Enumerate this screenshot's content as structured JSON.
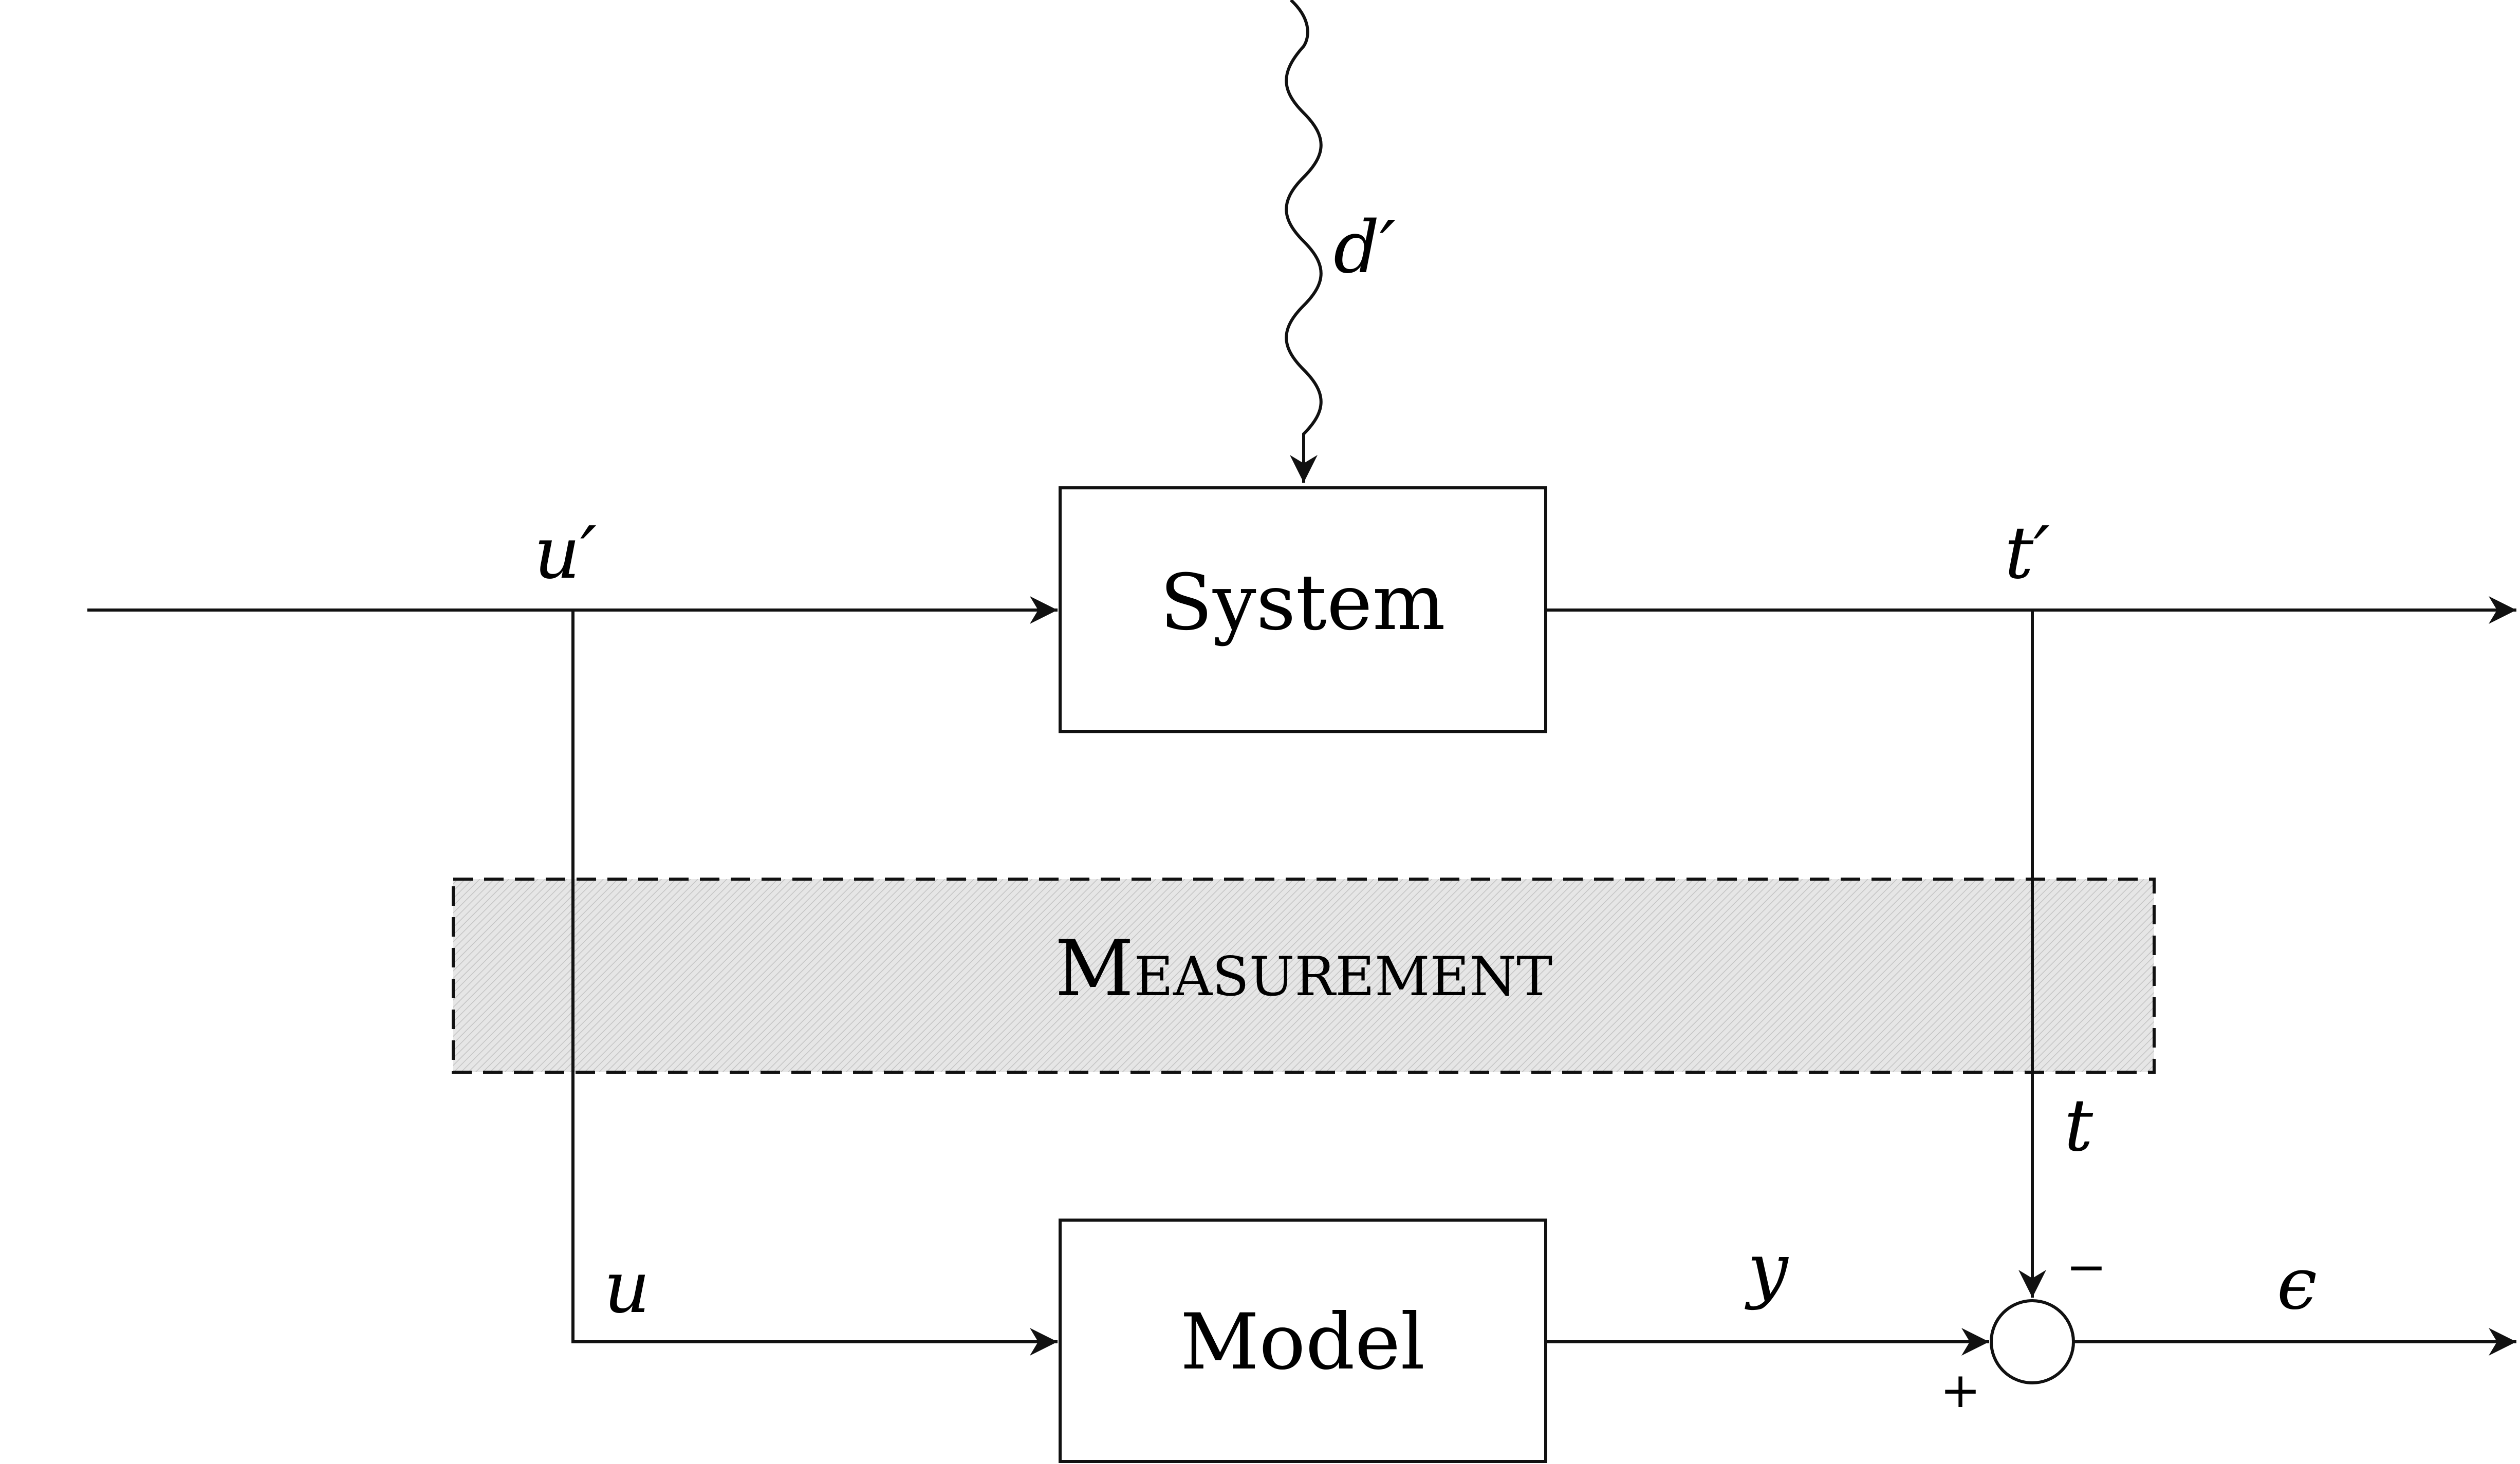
{
  "blocks": {
    "system": "System",
    "model": "Model",
    "measurement": "Measurement"
  },
  "signals": {
    "disturbance": "d′",
    "input_true": "u′",
    "output_true": "t′",
    "input_measured": "u",
    "output_measured": "t",
    "model_output": "y",
    "error": "ϵ"
  },
  "summing_junction": {
    "plus_sign": "+",
    "minus_sign": "−"
  },
  "colors": {
    "stroke": "#111111",
    "measurement_fill": "#d9d9d9",
    "background": "#ffffff"
  }
}
